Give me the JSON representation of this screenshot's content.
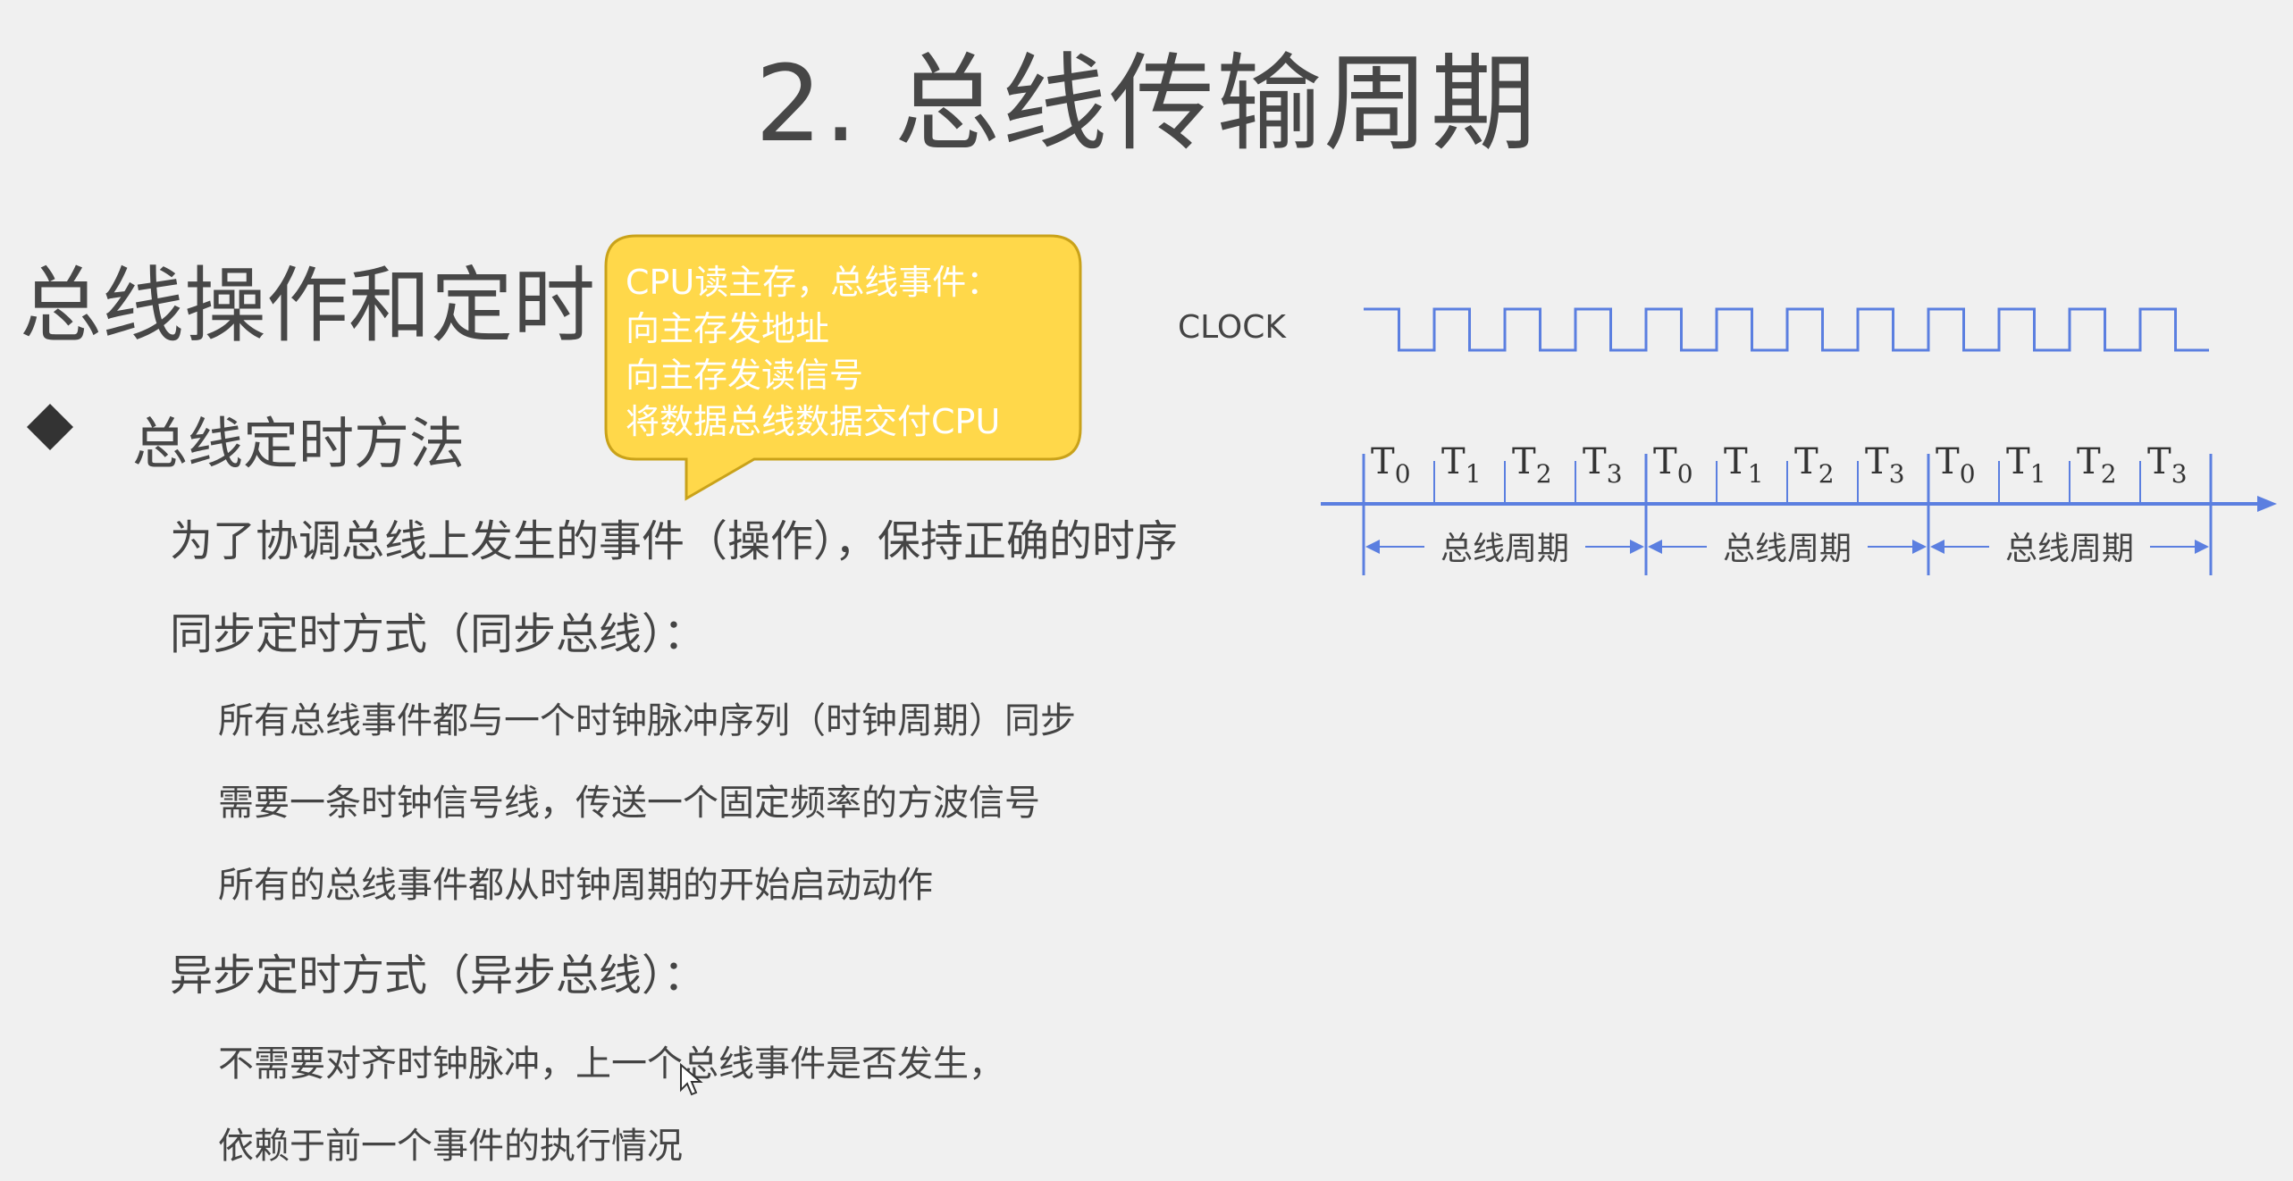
{
  "title": "2. 总线传输周期",
  "section_heading": "总线操作和定时",
  "bullet": {
    "icon": "diamond-bullet-icon",
    "title": "总线定时方法"
  },
  "lines": {
    "intro": "为了协调总线上发生的事件（操作），保持正确的时序",
    "sync_heading": "同步定时方式（同步总线）：",
    "sync_points": [
      "所有总线事件都与一个时钟脉冲序列（时钟周期）同步",
      "需要一条时钟信号线，传送一个固定频率的方波信号",
      "所有的总线事件都从时钟周期的开始启动动作"
    ],
    "async_heading": "异步定时方式（异步总线）：",
    "async_points": [
      "不需要对齐时钟脉冲，上一个总线事件是否发生，",
      "依赖于前一个事件的执行情况"
    ]
  },
  "callout": {
    "lines": [
      "CPU读主存，总线事件：",
      "向主存发地址",
      "向主存发读信号",
      "将数据总线数据交付CPU"
    ],
    "fill_color": "#ffd84a",
    "border_color": "#c9a21a"
  },
  "timing_diagram": {
    "clock_label": "CLOCK",
    "t_labels": [
      "T0",
      "T1",
      "T2",
      "T3",
      "T0",
      "T1",
      "T2",
      "T3",
      "T0",
      "T1",
      "T2",
      "T3"
    ],
    "period_label": "总线周期",
    "period_count": 3,
    "line_color": "#5b7fe0"
  }
}
